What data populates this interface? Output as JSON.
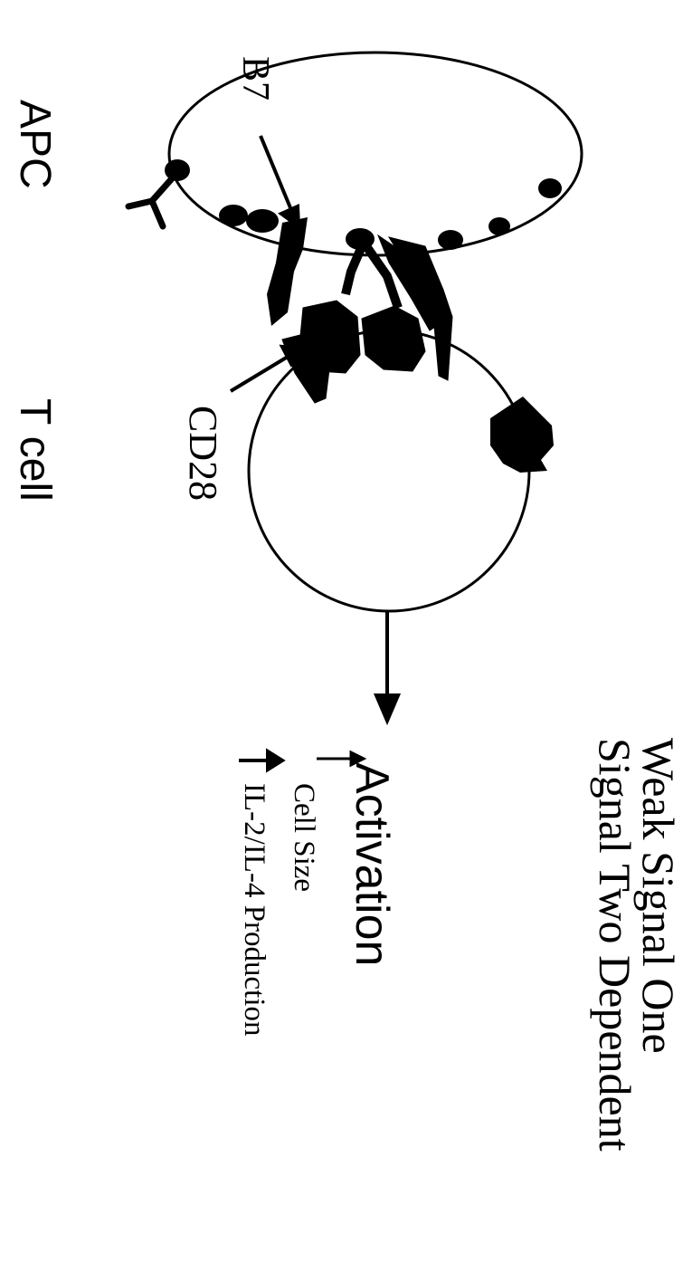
{
  "title": {
    "line1": "Weak Signal One",
    "line2": "Signal Two Dependent"
  },
  "labels": {
    "apc": "APC",
    "t_cell": "T cell",
    "b7": "B7",
    "cd28": "CD28",
    "activation": "Activation",
    "cell_size": "Cell Size",
    "il_production": "IL-2/IL-4 Production"
  }
}
